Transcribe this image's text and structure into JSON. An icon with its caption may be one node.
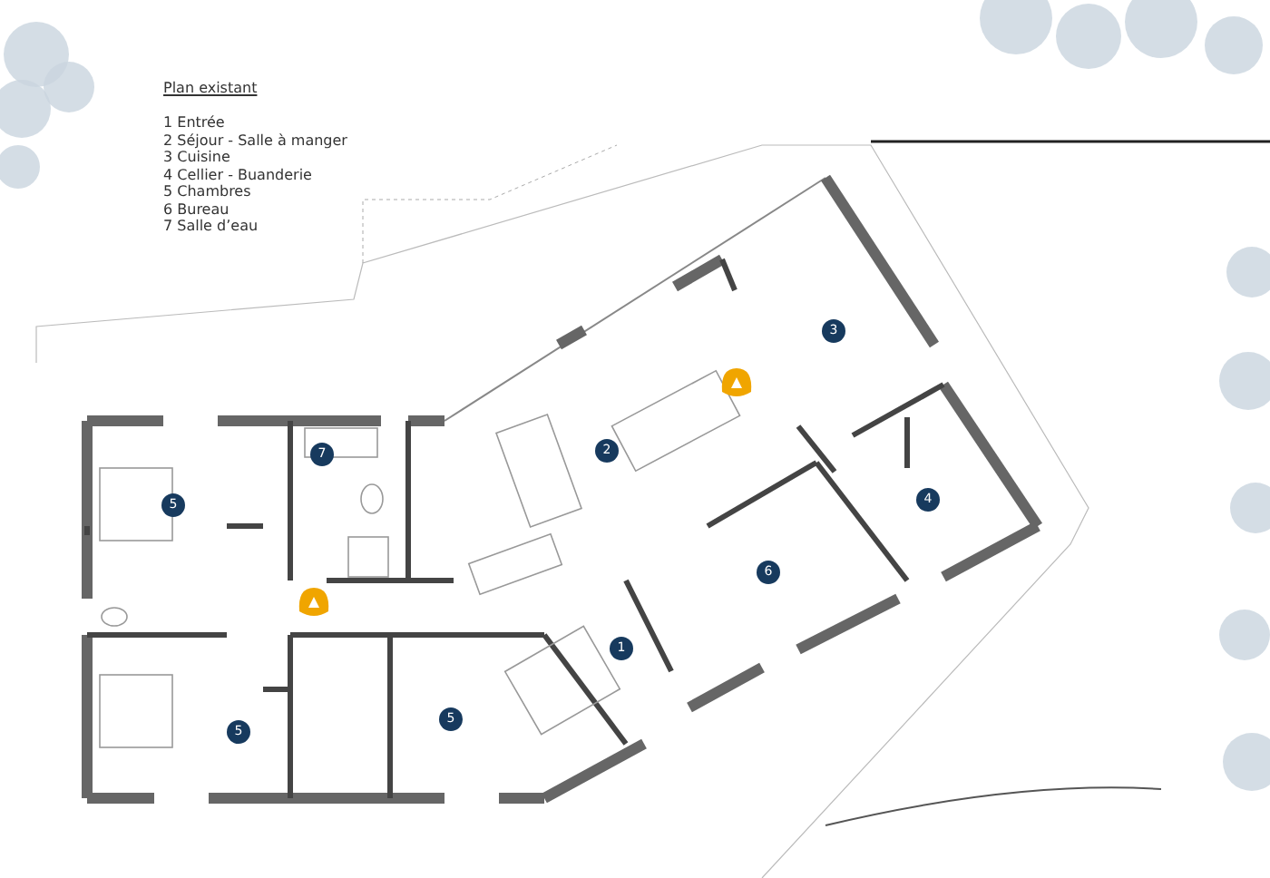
{
  "diagram": {
    "title": "Plan existant",
    "labels": [
      "1 Entrée",
      "2 Séjour - Salle à manger",
      "3 Cuisine",
      "4 Cellier - Buanderie",
      "5 Chambres",
      "6 Bureau",
      "7 Salle d’eau",
      "3",
      "2",
      "7",
      "4",
      "5",
      "6",
      "1",
      "5",
      "5"
    ]
  }
}
